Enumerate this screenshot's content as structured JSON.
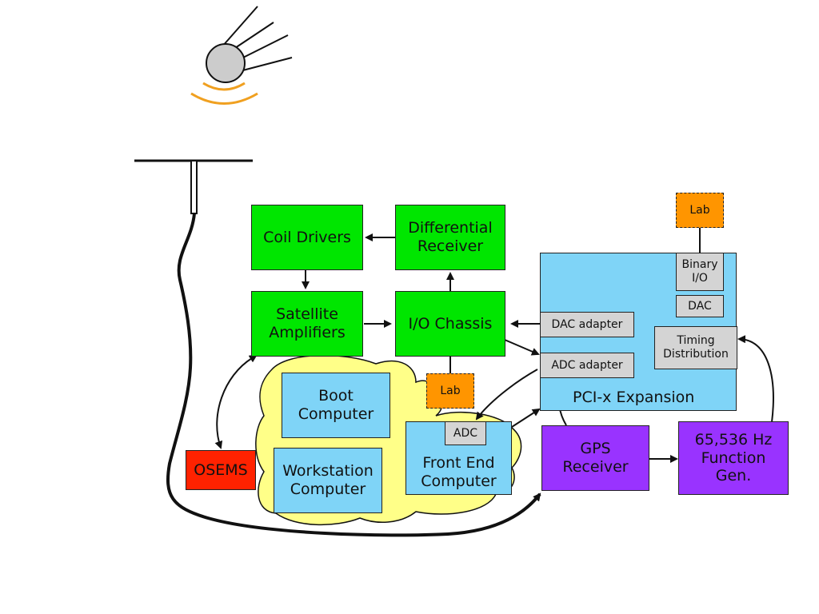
{
  "boxes": {
    "coil_drivers": "Coil Drivers",
    "differential_receiver": "Differential\nReceiver",
    "satellite_amplifiers": "Satellite\nAmplifiers",
    "io_chassis": "I/O Chassis",
    "boot_computer": "Boot\nComputer",
    "workstation_computer": "Workstation\nComputer",
    "front_end_computer": "Front End\nComputer",
    "adc_front_end": "ADC",
    "osems": "OSEMS",
    "lab_io": "Lab",
    "lab_binary": "Lab",
    "pcix_expansion": "PCI-x Expansion",
    "binary_io": "Binary\nI/O",
    "dac": "DAC",
    "dac_adapter": "DAC adapter",
    "adc_adapter": "ADC adapter",
    "timing_distribution": "Timing\nDistribution",
    "gps_receiver": "GPS\nReceiver",
    "function_gen": "65,536 Hz\nFunction\nGen."
  },
  "colors": {
    "green": "#00e600",
    "blue": "#7fd4f7",
    "gray": "#d4d4d4",
    "orange": "#ff9500",
    "purple": "#9933ff",
    "red": "#ff2200",
    "cloud": "#ffff88",
    "signal": "#f0a020"
  }
}
